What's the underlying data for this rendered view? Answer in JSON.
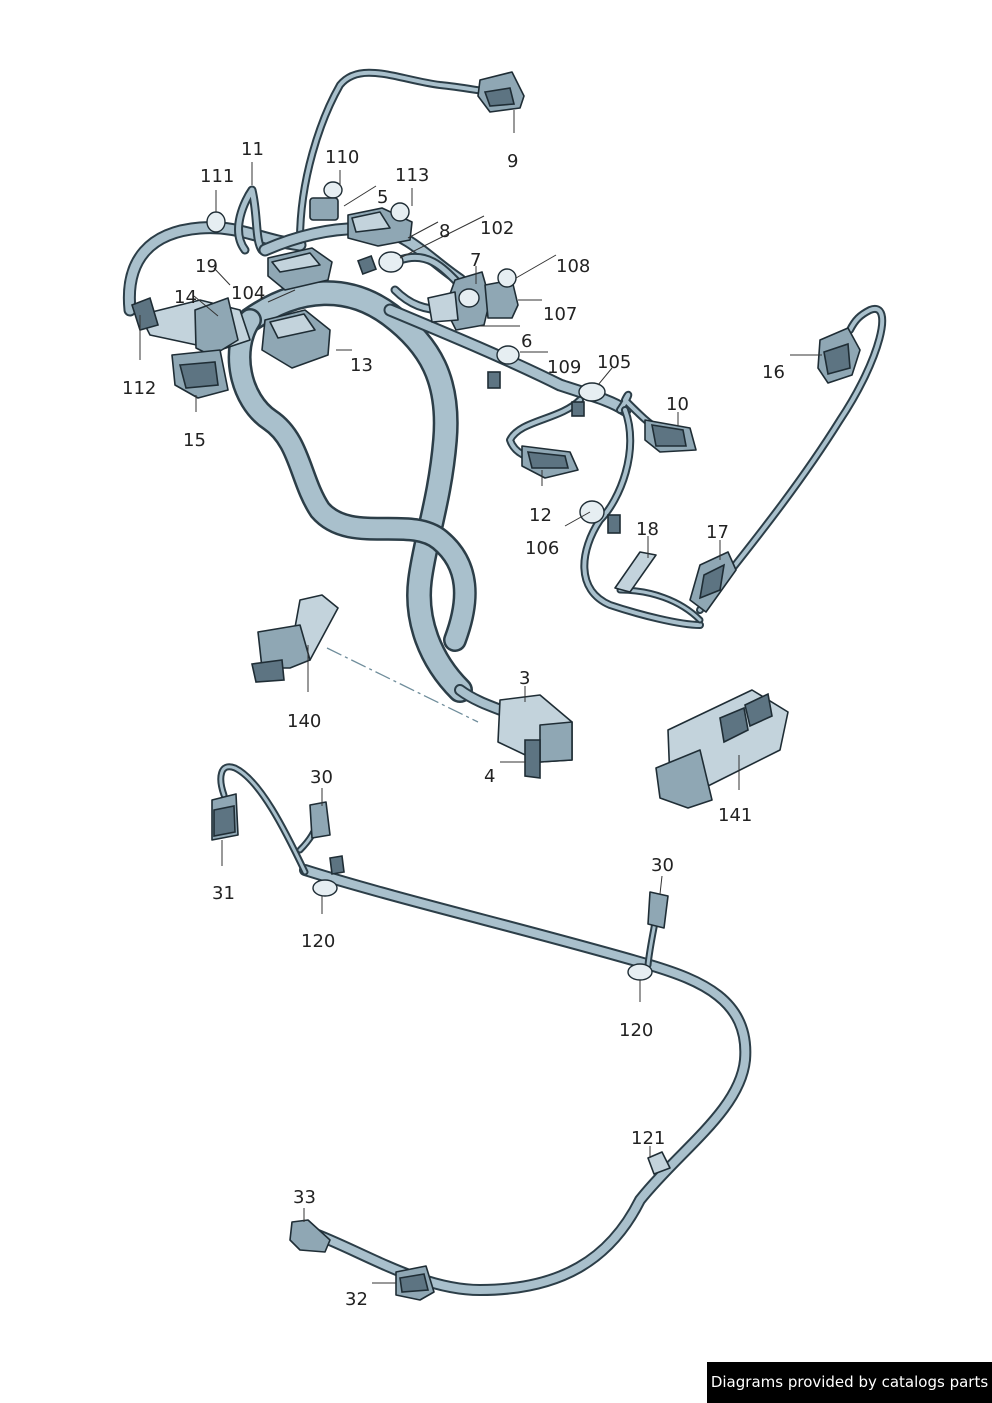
{
  "labels": {
    "l9": "9",
    "l11": "11",
    "l110": "110",
    "l111": "111",
    "l113": "113",
    "l5": "5",
    "l8": "8",
    "l102": "102",
    "l7": "7",
    "l108": "108",
    "l19": "19",
    "l104": "104",
    "l14": "14",
    "l107": "107",
    "l6": "6",
    "l13": "13",
    "l109": "109",
    "l105": "105",
    "l112": "112",
    "l16": "16",
    "l10": "10",
    "l15": "15",
    "l12": "12",
    "l106": "106",
    "l18": "18",
    "l17": "17",
    "l140": "140",
    "l3": "3",
    "l4": "4",
    "l141": "141",
    "l30a": "30",
    "l31": "31",
    "l30b": "30",
    "l120a": "120",
    "l120b": "120",
    "l121": "121",
    "l33": "33",
    "l32": "32"
  },
  "credit": "Diagrams provided by catalogs parts"
}
